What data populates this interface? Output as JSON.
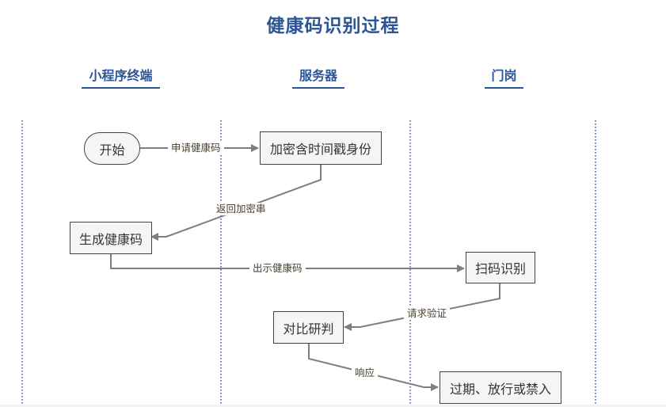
{
  "title": "健康码识别过程",
  "lanes": [
    {
      "label": "小程序终端"
    },
    {
      "label": "服务器"
    },
    {
      "label": "门岗"
    }
  ],
  "nodes": {
    "start": "开始",
    "encrypt": "加密含时间戳身份",
    "generate": "生成健康码",
    "scan": "扫码识别",
    "compare": "对比研判",
    "result": "过期、放行或禁入"
  },
  "edges": {
    "apply": "申请健康码",
    "return_cipher": "返回加密串",
    "show_code": "出示健康码",
    "request_verify": "请求验证",
    "respond": "响应"
  },
  "colors": {
    "accent": "#2c5596",
    "connector": "#7f7f7f",
    "node_fill": "#f5f5f5",
    "node_border": "#444444"
  }
}
